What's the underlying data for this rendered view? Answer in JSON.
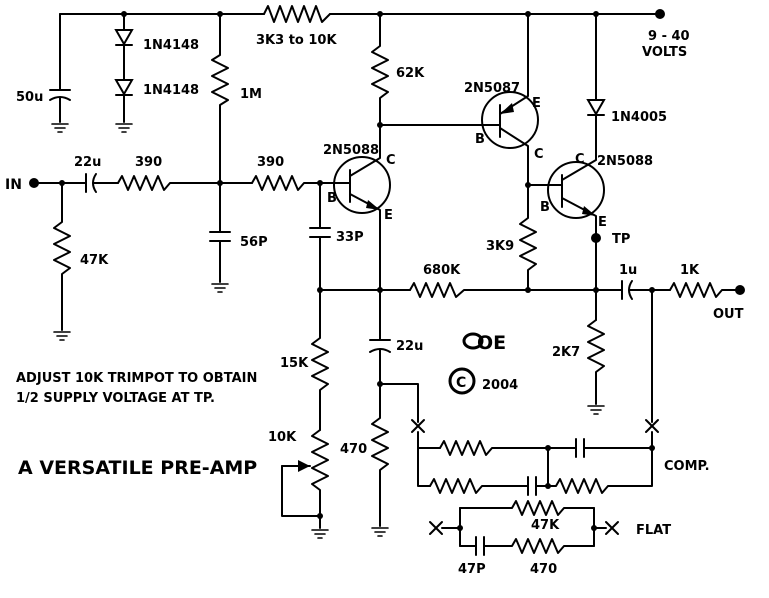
{
  "title": "A VERSATILE PRE-AMP",
  "note_line1": "ADJUST 10K TRIMPOT TO OBTAIN",
  "note_line2": "1/2 SUPPLY VOLTAGE AT TP.",
  "supply_line1": "9 - 40",
  "supply_line2": "VOLTS",
  "copyright_year": "2004",
  "copyright_symbol": "C",
  "logo_text": "OE",
  "labels": {
    "in": "IN",
    "out": "OUT",
    "tp": "TP",
    "comp": "COMP.",
    "flat": "FLAT"
  },
  "components": {
    "c_50u": "50u",
    "d1": "1N4148",
    "d2": "1N4148",
    "r_supply": "3K3 to 10K",
    "r_1m": "1M",
    "r_62k": "62K",
    "q1": "2N5087",
    "d3": "1N4005",
    "c_22u_in": "22u",
    "r_390a": "390",
    "r_390b": "390",
    "q2": "2N5088",
    "q3": "2N5088",
    "r_47k_in": "47K",
    "c_56p": "56P",
    "c_33p": "33P",
    "r_3k9": "3K9",
    "r_680k": "680K",
    "c_1u": "1u",
    "r_1k": "1K",
    "r_15k": "15K",
    "c_22u": "22u",
    "r_2k7": "2K7",
    "trimpot": "10K",
    "r_470": "470",
    "r_47k_flat": "47K",
    "c_47p": "47P",
    "r_470_flat": "470"
  },
  "pins": {
    "q1_b": "B",
    "q1_c": "C",
    "q1_e": "E",
    "q2_b": "B",
    "q2_c": "C",
    "q2_e": "E",
    "q3_b": "B",
    "q3_c": "C",
    "q3_e": "E"
  }
}
